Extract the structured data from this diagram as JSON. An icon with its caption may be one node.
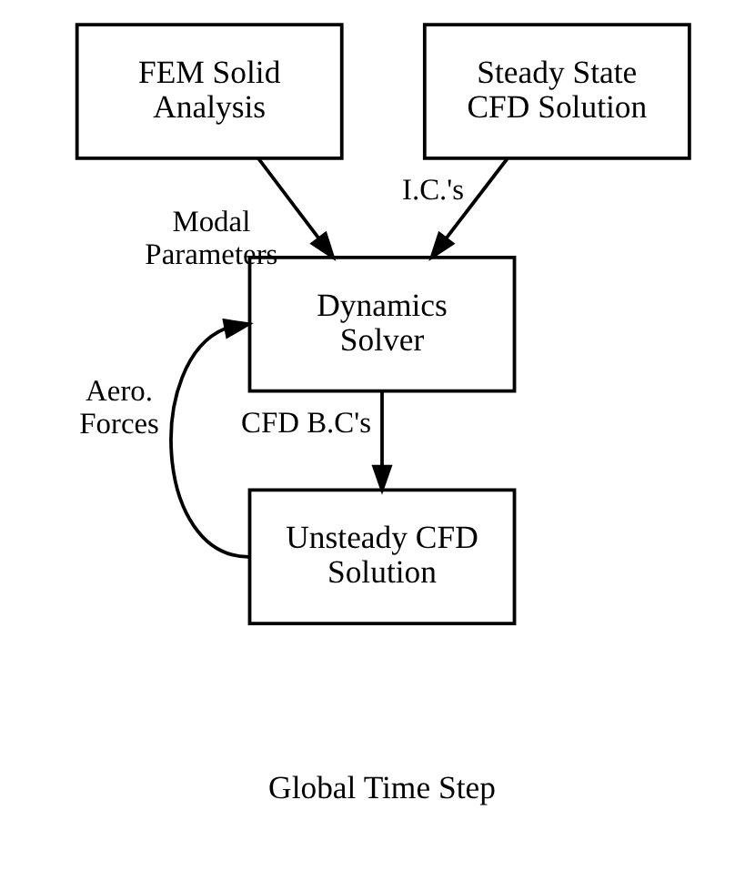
{
  "diagram": {
    "nodes": [
      {
        "text": [
          "FEM Solid Analysis"
        ]
      },
      {
        "text": [
          "Steady State CFD Solution"
        ]
      },
      {
        "text": [
          "Dynamics Solver"
        ]
      },
      {
        "text": [
          "Unsteady CFD Solution"
        ]
      }
    ],
    "edges": [
      {
        "from": 0,
        "to": 2,
        "arrow": "to",
        "label": "Modal Parameters"
      },
      {
        "from": 1,
        "to": 2,
        "arrow": "to",
        "label": "I.C.'s"
      },
      {
        "from": 2,
        "to": 3,
        "arrow": "to",
        "label": "CFD B.C's"
      },
      {
        "from": 3,
        "to": 2,
        "arrow": "to",
        "label": "Aero. Forces"
      }
    ],
    "labels": [
      "Global Time Step"
    ]
  }
}
